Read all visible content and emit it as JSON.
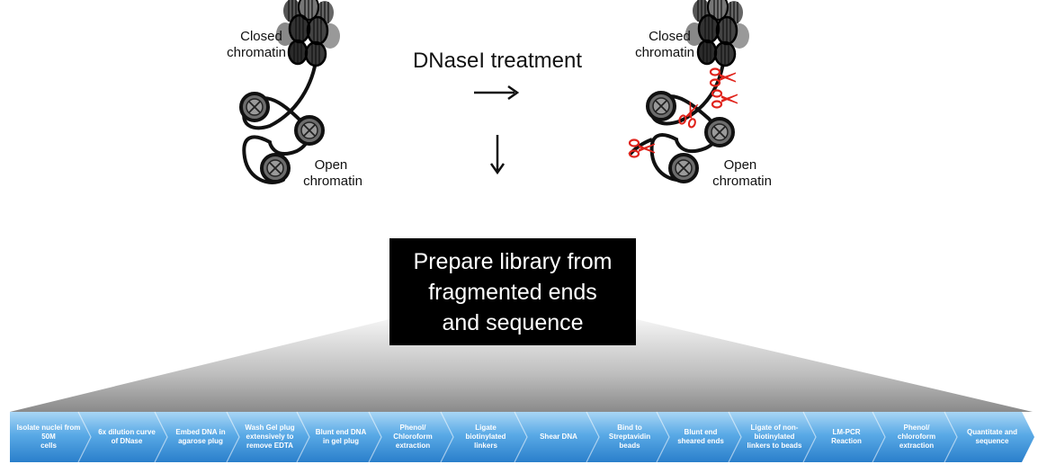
{
  "left_panel": {
    "closed_label": [
      "Closed",
      "chromatin"
    ],
    "open_label": [
      "Open",
      "chromatin"
    ]
  },
  "right_panel": {
    "closed_label": [
      "Closed",
      "chromatin"
    ],
    "open_label": [
      "Open",
      "chromatin"
    ]
  },
  "treatment_label": "DNaseI treatment",
  "library_box": [
    "Prepare library from",
    "fragmented ends",
    "and sequence"
  ],
  "steps": [
    "Isolate nuclei from 50M\ncells",
    "6x dilution curve\nof DNase",
    "Embed DNA in\nagarose plug",
    "Wash Gel plug\nextensively to\nremove EDTA",
    "Blunt end DNA\nin gel plug",
    "Phenol/\nChloroform\nextraction",
    "Ligate\nbiotinylated\nlinkers",
    "Shear DNA",
    "Bind to\nStreptavidin\nbeads",
    "Blunt end\nsheared ends",
    "Ligate of non-\nbiotinylated\nlinkers to beads",
    "LM-PCR\nReaction",
    "Phenol/\nchloroform\nextraction",
    "Quantitate and\nsequence"
  ],
  "colors": {
    "scissors": "#e0231b",
    "arrow_band_top": "#9fd0f3",
    "arrow_band_bottom": "#2e86d1",
    "box": "#000000"
  }
}
